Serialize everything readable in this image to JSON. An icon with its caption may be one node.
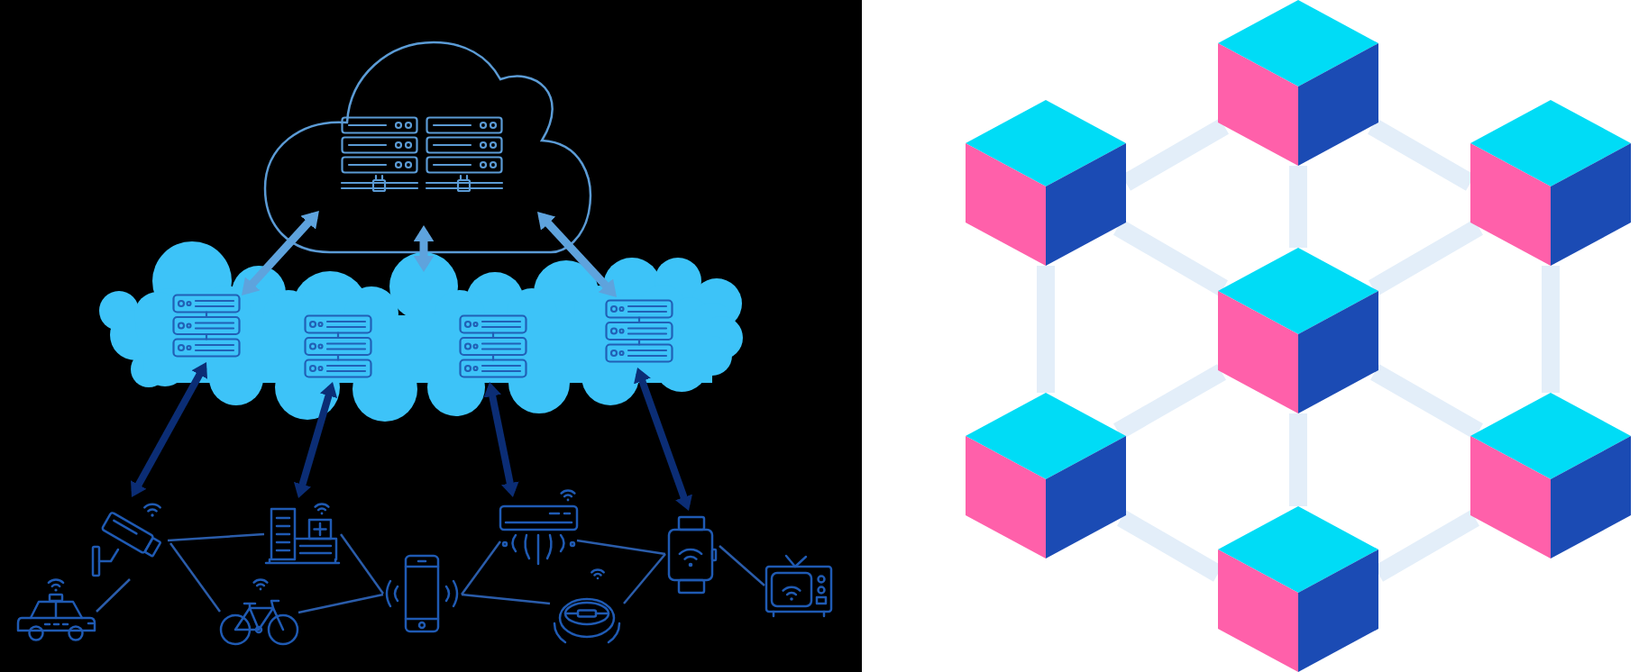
{
  "diagram": {
    "nodes": [
      {
        "text": [],
        "shape": "cloud"
      },
      {
        "text": [],
        "shape": "picture",
        "in": 0
      },
      {
        "text": [],
        "shape": "cloud"
      },
      {
        "text": [],
        "shape": "picture",
        "in": 2
      },
      {
        "text": [],
        "shape": "picture",
        "in": 2
      },
      {
        "text": [],
        "shape": "picture",
        "in": 2
      },
      {
        "text": [],
        "shape": "picture",
        "in": 2
      },
      {
        "text": [],
        "shape": "picture"
      },
      {
        "text": [],
        "shape": "picture"
      },
      {
        "text": [],
        "shape": "picture"
      },
      {
        "text": [],
        "shape": "picture"
      },
      {
        "text": [],
        "shape": "picture"
      },
      {
        "text": [],
        "shape": "picture"
      },
      {
        "text": [],
        "shape": "picture"
      },
      {
        "text": [],
        "shape": "picture"
      },
      {
        "text": [],
        "shape": "picture"
      },
      {
        "text": [],
        "shape": "cube"
      },
      {
        "text": [],
        "shape": "cube"
      },
      {
        "text": [],
        "shape": "cube"
      },
      {
        "text": [],
        "shape": "cube"
      },
      {
        "text": [],
        "shape": "cube"
      },
      {
        "text": [],
        "shape": "cube"
      },
      {
        "text": [],
        "shape": "cube"
      }
    ],
    "edges": [
      {
        "from": 0,
        "to": 3,
        "arrow": "both",
        "color": "#5ea3dd"
      },
      {
        "from": 0,
        "to": 2,
        "arrow": "both",
        "color": "#5ea3dd"
      },
      {
        "from": 0,
        "to": 6,
        "arrow": "both",
        "color": "#5ea3dd"
      },
      {
        "from": 3,
        "to": 8,
        "arrow": "both",
        "color": "#0b2d75"
      },
      {
        "from": 4,
        "to": 10,
        "arrow": "both",
        "color": "#0b2d75"
      },
      {
        "from": 5,
        "to": 12,
        "arrow": "both",
        "color": "#0b2d75"
      },
      {
        "from": 6,
        "to": 14,
        "arrow": "both",
        "color": "#0b2d75"
      },
      {
        "from": 7,
        "to": 8,
        "arrow": "none",
        "color": "#2a5caa"
      },
      {
        "from": 8,
        "to": 10,
        "arrow": "none",
        "color": "#2a5caa"
      },
      {
        "from": 8,
        "to": 9,
        "arrow": "none",
        "color": "#2a5caa"
      },
      {
        "from": 10,
        "to": 11,
        "arrow": "none",
        "color": "#2a5caa"
      },
      {
        "from": 9,
        "to": 11,
        "arrow": "none",
        "color": "#2a5caa"
      },
      {
        "from": 11,
        "to": 12,
        "arrow": "none",
        "color": "#2a5caa"
      },
      {
        "from": 11,
        "to": 13,
        "arrow": "none",
        "color": "#2a5caa"
      },
      {
        "from": 12,
        "to": 14,
        "arrow": "none",
        "color": "#2a5caa"
      },
      {
        "from": 13,
        "to": 14,
        "arrow": "none",
        "color": "#2a5caa"
      },
      {
        "from": 14,
        "to": 15,
        "arrow": "none",
        "color": "#2a5caa"
      },
      {
        "from": 16,
        "to": 17,
        "arrow": "none",
        "style": "thick"
      },
      {
        "from": 16,
        "to": 18,
        "arrow": "none",
        "style": "thick"
      },
      {
        "from": 16,
        "to": 19,
        "arrow": "none",
        "style": "thick"
      },
      {
        "from": 17,
        "to": 19,
        "arrow": "none",
        "style": "thick"
      },
      {
        "from": 18,
        "to": 19,
        "arrow": "none",
        "style": "thick"
      },
      {
        "from": 17,
        "to": 20,
        "arrow": "none",
        "style": "thick"
      },
      {
        "from": 18,
        "to": 21,
        "arrow": "none",
        "style": "thick"
      },
      {
        "from": 19,
        "to": 20,
        "arrow": "none",
        "style": "thick"
      },
      {
        "from": 19,
        "to": 21,
        "arrow": "none",
        "style": "thick"
      },
      {
        "from": 19,
        "to": 22,
        "arrow": "none",
        "style": "thick"
      },
      {
        "from": 20,
        "to": 22,
        "arrow": "none",
        "style": "thick"
      },
      {
        "from": 21,
        "to": 22,
        "arrow": "none",
        "style": "thick"
      }
    ]
  }
}
